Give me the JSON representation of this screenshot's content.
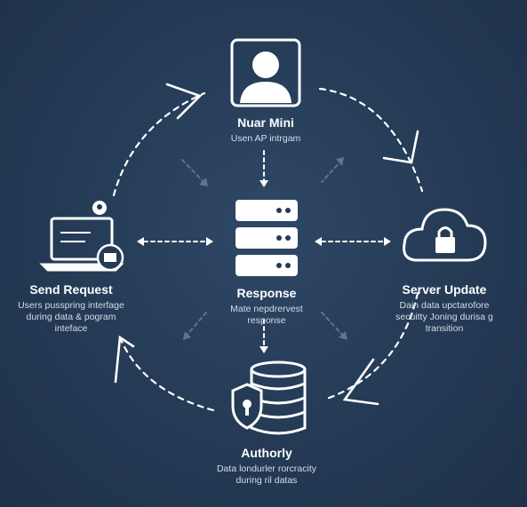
{
  "colors": {
    "background": "#243a55",
    "stroke": "#ffffff",
    "dim_arrow": "#5d7591"
  },
  "nodes": {
    "user": {
      "icon": "user-avatar-icon",
      "title": "Nuar Mini",
      "lines": [
        "Usen AP intrgam"
      ]
    },
    "send": {
      "icon": "laptop-icon",
      "title": "Send Request",
      "lines": [
        "Users pusspring interfage",
        "during data & pogram",
        "inteface"
      ]
    },
    "response": {
      "icon": "server-stack-icon",
      "title": "Response",
      "lines": [
        "Mate nepdrervest",
        "response"
      ]
    },
    "server": {
      "icon": "cloud-lock-icon",
      "title": "Server Update",
      "lines": [
        "Dain data upctarofore",
        "secuitty Joning durisa g",
        "transition"
      ]
    },
    "authority": {
      "icon": "database-shield-icon",
      "title": "Authorly",
      "lines": [
        "Data londurler rorcracity",
        "during ril datas"
      ]
    }
  }
}
